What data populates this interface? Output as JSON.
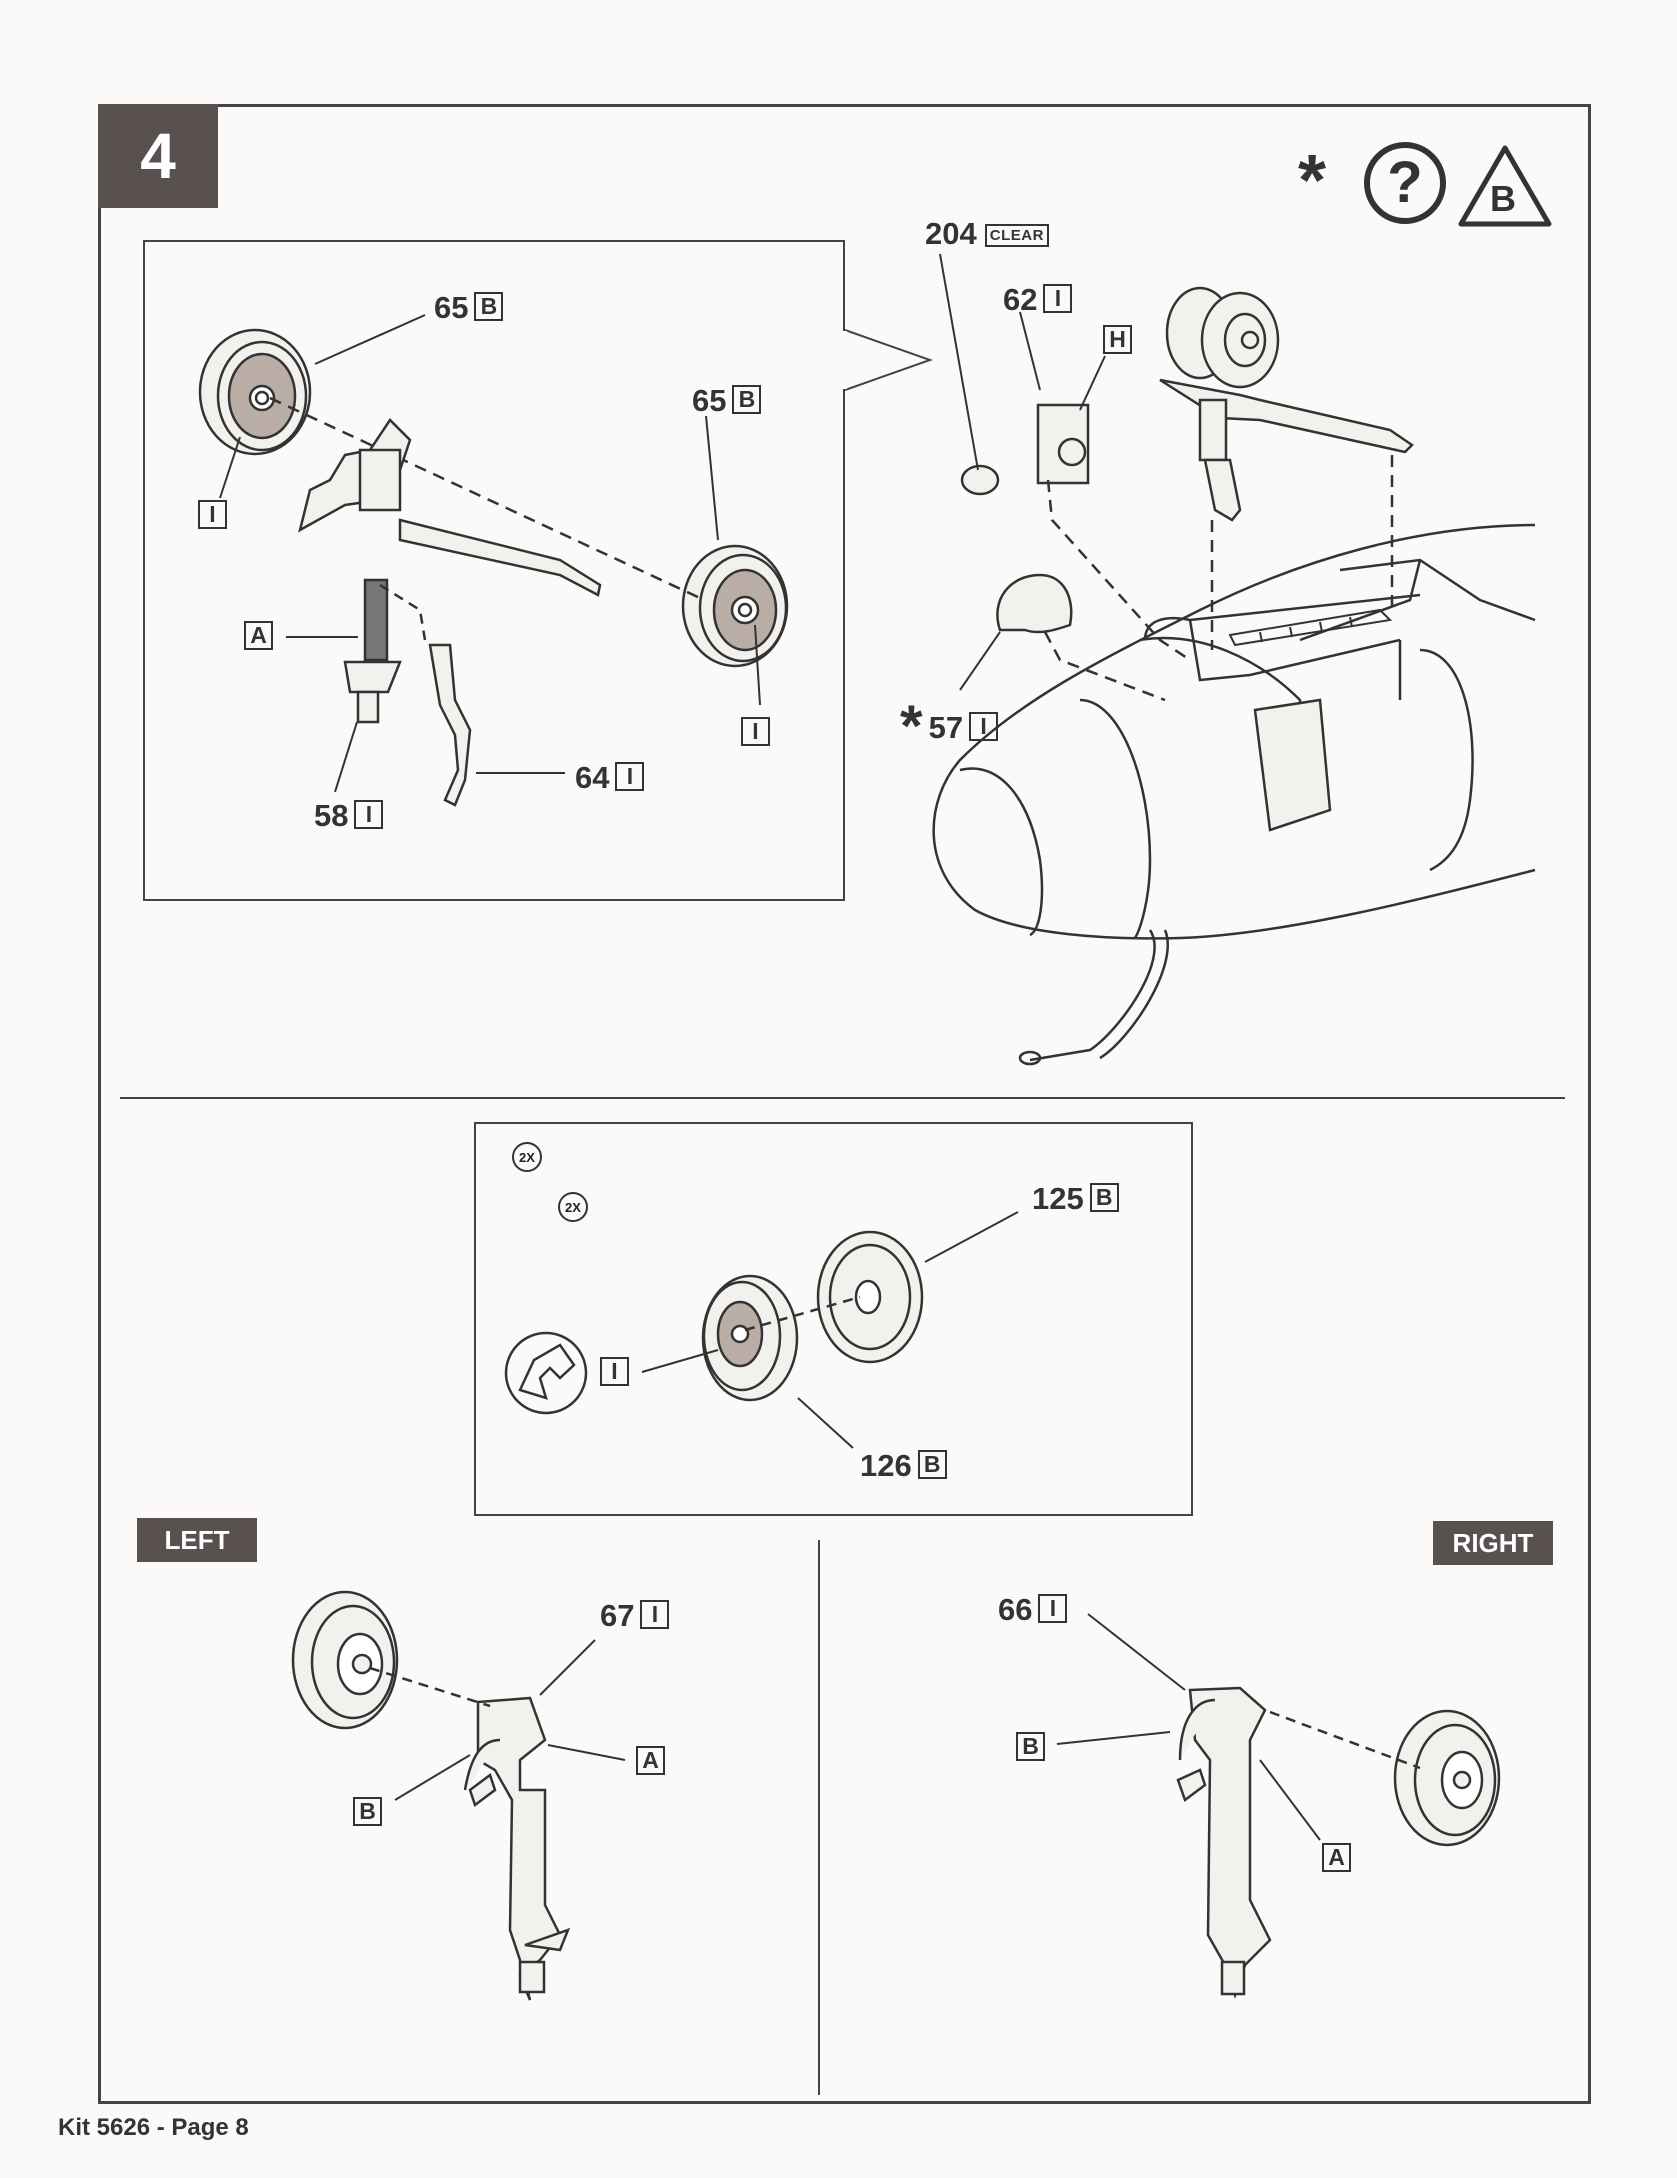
{
  "step": {
    "number": "4"
  },
  "icons": [
    "asterisk-icon",
    "question-circle-icon",
    "triangle-b-icon"
  ],
  "top_header_icons": {
    "triangle_letter": "B"
  },
  "inset_labels": {
    "wheel_left": {
      "num": "65",
      "letter": "B"
    },
    "wheel_left_hub": {
      "letter": "I"
    },
    "wheel_right": {
      "num": "65",
      "letter": "B"
    },
    "wheel_right_hub": {
      "letter": "I"
    },
    "strut": {
      "letter": "A"
    },
    "part58": {
      "num": "58",
      "letter": "I"
    },
    "part64": {
      "num": "64",
      "letter": "I"
    }
  },
  "fuselage_labels": {
    "part204": {
      "num": "204",
      "tag": "CLEAR"
    },
    "part62": {
      "num": "62",
      "letter": "I"
    },
    "bulkhead": {
      "letter": "H"
    },
    "part57": {
      "num": "57",
      "letter": "I"
    },
    "asterisk": "*"
  },
  "wheel_box": {
    "count_a": "2X",
    "count_b": "2X",
    "hub": {
      "letter": "I"
    },
    "part125": {
      "num": "125",
      "letter": "B"
    },
    "part126": {
      "num": "126",
      "letter": "B"
    }
  },
  "left_gear": {
    "title": "LEFT",
    "part67": {
      "num": "67",
      "letter": "I"
    },
    "a_label": {
      "letter": "A"
    },
    "b_label": {
      "letter": "B"
    }
  },
  "right_gear": {
    "title": "RIGHT",
    "part66": {
      "num": "66",
      "letter": "I"
    },
    "a_label": {
      "letter": "A"
    },
    "b_label": {
      "letter": "B"
    }
  },
  "footer": {
    "text": "Kit 5626 - Page 8"
  }
}
